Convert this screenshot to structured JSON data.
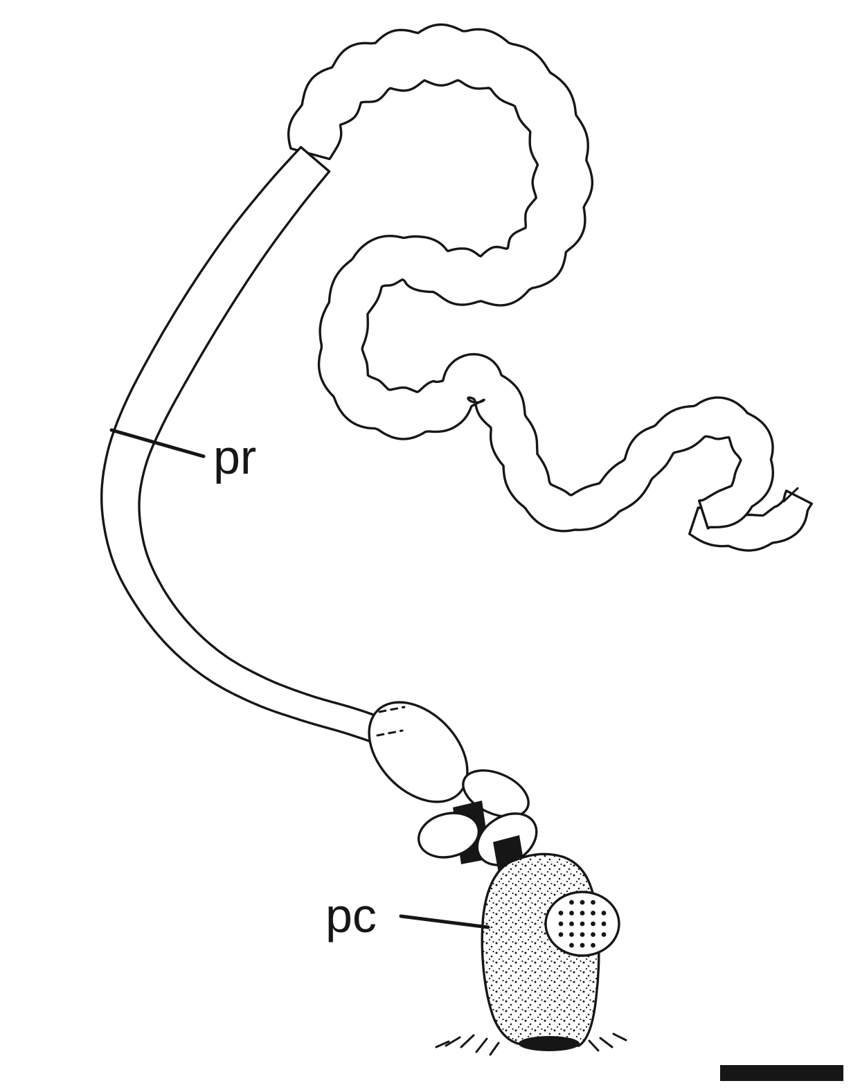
{
  "illustration": {
    "labels": [
      {
        "id": "pr",
        "text": "pr"
      },
      {
        "id": "pc",
        "text": "pc"
      }
    ],
    "has_scale_bar": true,
    "colors": {
      "ink": "#161616",
      "paper": "#ffffff"
    }
  }
}
